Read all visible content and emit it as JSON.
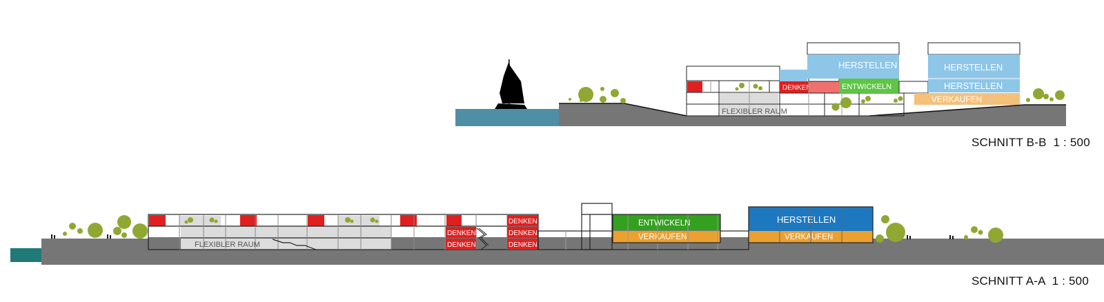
{
  "colors": {
    "water_b": "#4f8fa6",
    "water_a": "#1f7a78",
    "ground": "#767676",
    "tree": "#8fa832",
    "denken": "#e02020",
    "denken_light": "#f07070",
    "entwickeln_light": "#5ec545",
    "entwickeln": "#34a020",
    "herstellen_light": "#8ec6e8",
    "herstellen": "#1e78c0",
    "verkaufen_light": "#f5c07a",
    "verkaufen": "#eba030",
    "flex": "#dcdcdc"
  },
  "section_bb": {
    "caption": "SCHNITT B-B  1 : 500",
    "labels": {
      "herstellen_1": "HERSTELLEN",
      "herstellen_2": "HERSTELLEN",
      "herstellen_3": "HERSTELLEN",
      "entwickeln": "ENTWICKELN",
      "denken": "DENKEN",
      "verkaufen": "VERKAUFEN",
      "flexibler_raum": "FLEXIBLER RAUM"
    }
  },
  "section_aa": {
    "caption": "SCHNITT A-A  1 : 500",
    "labels": {
      "flexibler_raum": "FLEXIBLER RAUM",
      "denken_1": "DENKEN",
      "denken_2": "DENKEN",
      "denken_3": "DENKEN",
      "denken_4": "DENKEN",
      "denken_5": "DENKEN",
      "entwickeln": "ENTWICKELN",
      "verkaufen_1": "VERKAUFEN",
      "herstellen": "HERSTELLEN",
      "verkaufen_2": "VERKAUFEN"
    }
  }
}
